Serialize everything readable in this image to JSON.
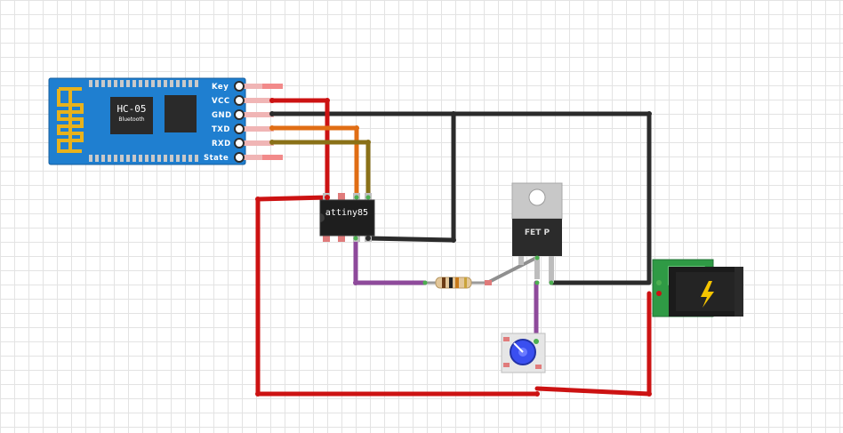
{
  "hc05": {
    "name": "HC-05",
    "subtitle": "Bluetooth",
    "pins": [
      "Key",
      "VCC",
      "GND",
      "TXD",
      "RXD",
      "State"
    ]
  },
  "attiny": {
    "label": "attiny85"
  },
  "fet": {
    "label": "FET P"
  },
  "colors": {
    "red": "#cc1212",
    "black": "#2b2b2b",
    "orange": "#e06d14",
    "olive": "#8a7118",
    "purple": "#8e4a9b",
    "gray": "#8f8f8f",
    "board": "#1f7fd0",
    "antenna": "#e8b21c"
  },
  "icons": {
    "barrel_jack": "lightning-bolt-icon",
    "potentiometer": "knob-icon"
  }
}
